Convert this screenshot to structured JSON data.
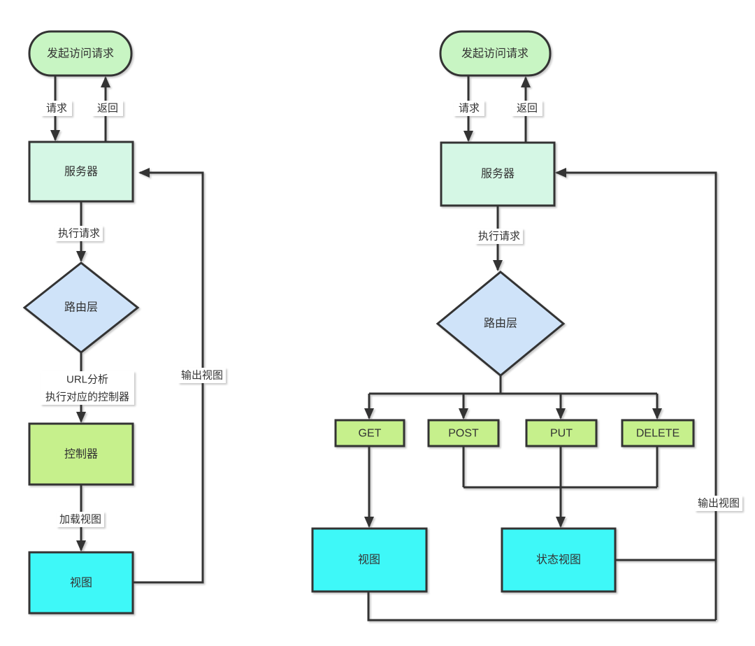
{
  "diagram": {
    "background": "#ffffff",
    "stroke": "#333333",
    "text_color": "#333333",
    "colors": {
      "terminator": "#c8f5c3",
      "server": "#d5f7e5",
      "decision": "#cfe3f9",
      "process": "#c6f08c",
      "view": "#3ef8f8"
    },
    "left": {
      "start": "发起访问请求",
      "server": "服务器",
      "router": "路由层",
      "controller": "控制器",
      "view": "视图",
      "edge_request": "请求",
      "edge_return": "返回",
      "edge_execute": "执行请求",
      "edge_url_line1": "URL分析",
      "edge_url_line2": "执行对应的控制器",
      "edge_load_view": "加载视图",
      "edge_output_view": "输出视图"
    },
    "right": {
      "start": "发起访问请求",
      "server": "服务器",
      "router": "路由层",
      "method_get": "GET",
      "method_post": "POST",
      "method_put": "PUT",
      "method_delete": "DELETE",
      "view": "视图",
      "status_view": "状态视图",
      "edge_request": "请求",
      "edge_return": "返回",
      "edge_execute": "执行请求",
      "edge_output_view": "输出视图"
    }
  }
}
